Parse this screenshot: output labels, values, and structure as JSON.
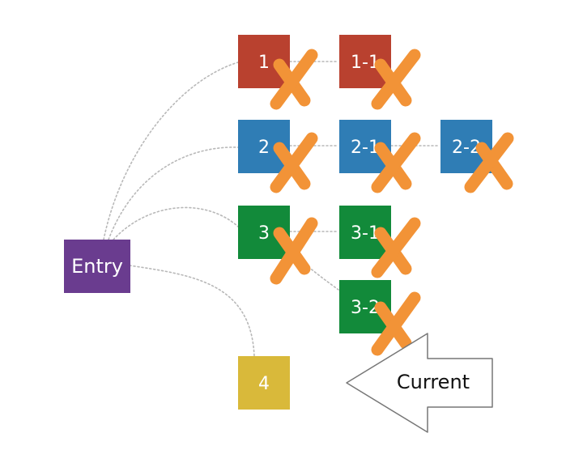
{
  "colors": {
    "red": "#b9412f",
    "blue": "#2f7db5",
    "green": "#128a3a",
    "purple": "#6a3c8f",
    "yellow": "#d9b93a",
    "cross": "#f29337",
    "connector": "#b8b8b8",
    "arrow_stroke": "#777777",
    "box_text": "#ffffff",
    "arrow_text": "#111111"
  },
  "nodes": {
    "entry": {
      "label": "Entry",
      "color": "purple",
      "crossed": false
    },
    "n1": {
      "label": "1",
      "color": "red",
      "crossed": true
    },
    "n1_1": {
      "label": "1-1",
      "color": "red",
      "crossed": true
    },
    "n2": {
      "label": "2",
      "color": "blue",
      "crossed": true
    },
    "n2_1": {
      "label": "2-1",
      "color": "blue",
      "crossed": true
    },
    "n2_2": {
      "label": "2-2",
      "color": "blue",
      "crossed": true
    },
    "n3": {
      "label": "3",
      "color": "green",
      "crossed": true
    },
    "n3_1": {
      "label": "3-1",
      "color": "green",
      "crossed": true
    },
    "n3_2": {
      "label": "3-2",
      "color": "green",
      "crossed": true
    },
    "n4": {
      "label": "4",
      "color": "yellow",
      "crossed": false
    }
  },
  "current_arrow": {
    "label": "Current",
    "points_to": "n4"
  }
}
